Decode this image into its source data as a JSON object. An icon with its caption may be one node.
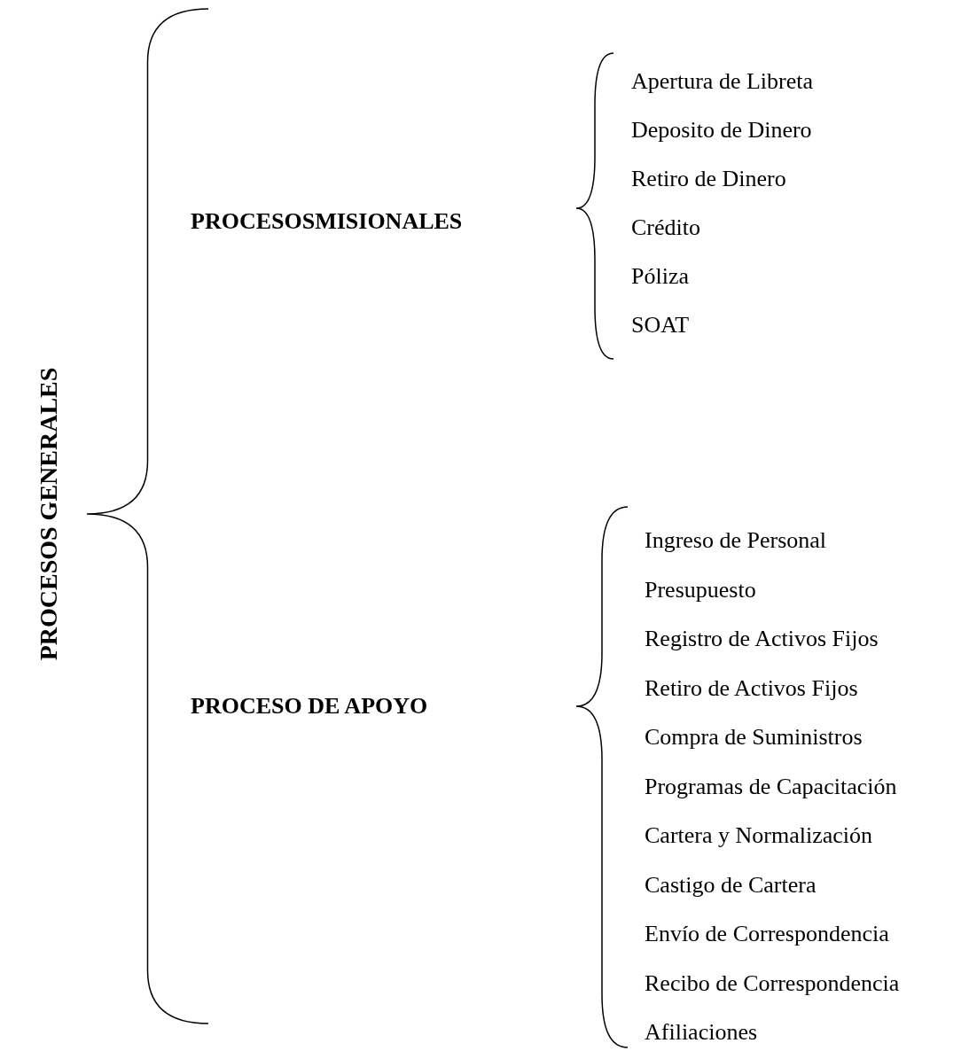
{
  "diagram": {
    "labels": [
      "PROCESOS GENERALES",
      "PROCESOSMISIONALES",
      "Apertura de Libreta",
      "Deposito de Dinero",
      "Retiro de Dinero",
      "Crédito",
      "Póliza",
      "SOAT",
      "PROCESO DE APOYO",
      "Ingreso de Personal",
      "Presupuesto",
      "Registro de Activos Fijos",
      "Retiro de Activos Fijos",
      "Compra de Suministros",
      "Programas de Capacitación",
      "Cartera y Normalización",
      "Castigo de Cartera",
      "Envío de Correspondencia",
      "Recibo de Correspondencia",
      "Afiliaciones"
    ]
  }
}
